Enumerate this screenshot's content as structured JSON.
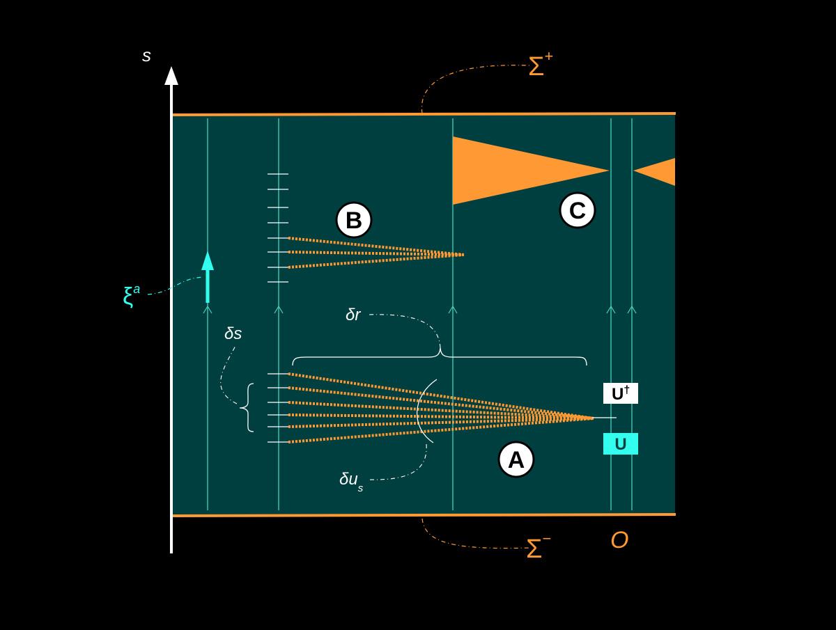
{
  "colors": {
    "background": "#000000",
    "panel": "#003f3f",
    "orange": "#ff9933",
    "cyan": "#33ffee",
    "thin_line": "#46d2c2",
    "white": "#ffffff"
  },
  "axis": {
    "label": "s"
  },
  "boundaries": {
    "top": {
      "symbol": "Σ",
      "superscript": "+"
    },
    "bottom": {
      "symbol": "Σ",
      "superscript": "−"
    }
  },
  "vector": {
    "symbol": "ξ",
    "superscript": "a"
  },
  "regions": [
    {
      "id": "A",
      "label": "A"
    },
    {
      "id": "B",
      "label": "B"
    },
    {
      "id": "C",
      "label": "C"
    }
  ],
  "annotations": {
    "delta_s": "δs",
    "delta_r": "δr",
    "delta_u": {
      "main": "δu",
      "subscript": "s"
    },
    "observer": "O"
  },
  "operators": {
    "u_dagger": {
      "main": "U",
      "superscript": "†"
    },
    "u": {
      "main": "U"
    }
  }
}
